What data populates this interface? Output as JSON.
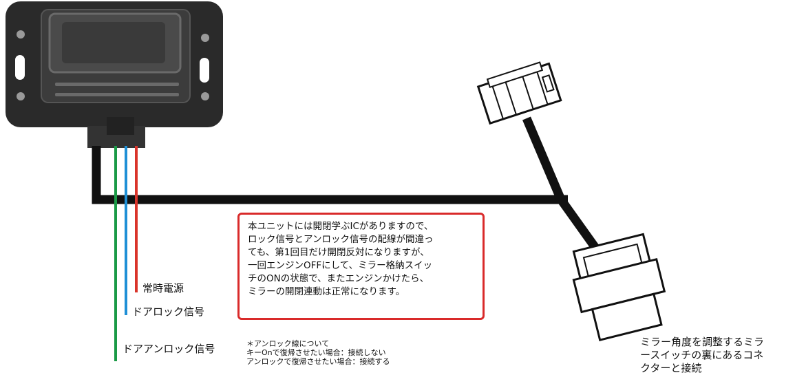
{
  "colors": {
    "harness": "#111111",
    "unit_body": "#2a2a2a",
    "green_wire": "#1a9a46",
    "blue_wire": "#1e8fd6",
    "red_wire": "#d9342b",
    "notice_border": "#d92a2a"
  },
  "labels": {
    "constant_power": "常時電源",
    "door_lock": "ドアロック信号",
    "door_unlock": "ドアアンロック信号"
  },
  "notice": {
    "lines": [
      "本ユニットには開閉学ぶICがありますので、",
      "ロック信号とアンロック信号の配線が間違っ",
      "ても、第1回目だけ開閉反対になりますが、",
      "一回エンジンOFFにして、ミラー格納スイッ",
      "チのONの状態で、またエンジンかけたら、",
      "ミラーの開閉連動は正常になります。"
    ]
  },
  "footnote": {
    "lines": [
      "＊アンロック線について",
      "キーOnで復帰させたい場合：接続しない",
      "アンロックで復帰させたい場合：接続する"
    ]
  },
  "mirror_note": {
    "lines": [
      "ミラー角度を調整するミラ",
      "ースイッチの裏にあるコネ",
      "クターと接続"
    ]
  }
}
